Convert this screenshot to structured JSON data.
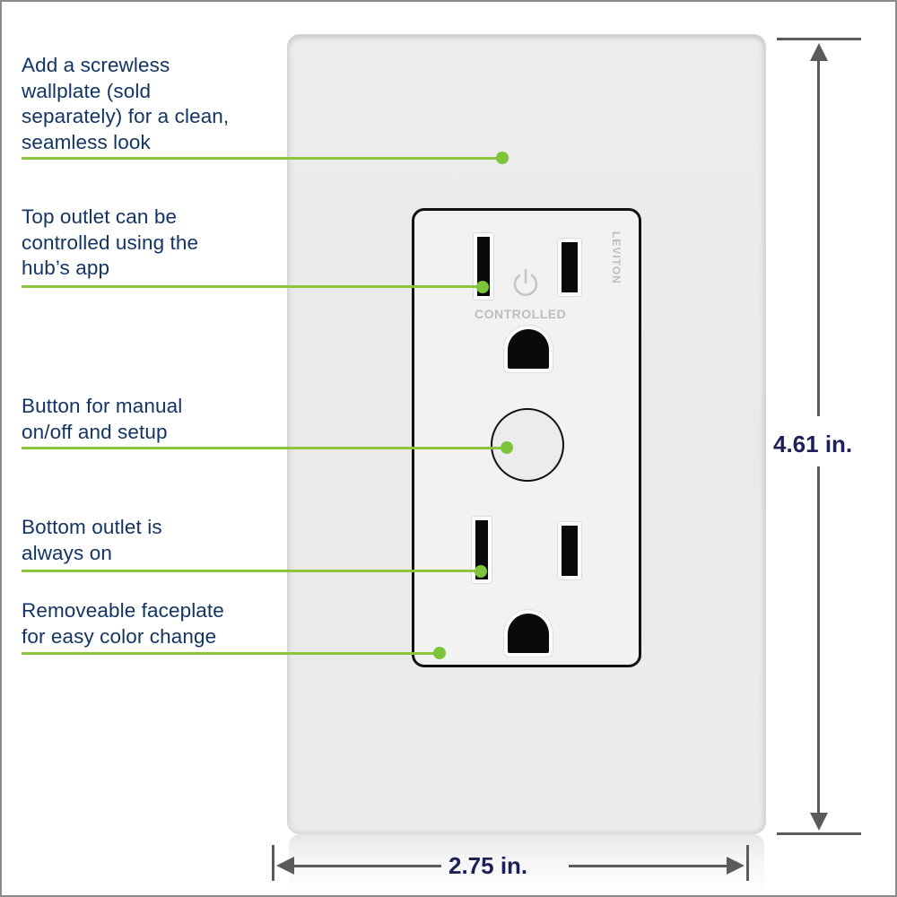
{
  "callouts": [
    {
      "text": "Add a screwless\nwallplate (sold\nseparately) for a clean,\nseamless look",
      "lines": [
        "Add a screwless",
        "wallplate (sold",
        "separately) for a clean,",
        "seamless look"
      ]
    },
    {
      "lines": [
        "Top outlet can be",
        "controlled using the",
        "hub’s app"
      ]
    },
    {
      "lines": [
        "Button for manual",
        "on/off and setup"
      ]
    },
    {
      "lines": [
        "Bottom outlet is",
        "always on"
      ]
    },
    {
      "lines": [
        "Removeable faceplate",
        "for easy color change"
      ]
    }
  ],
  "product": {
    "brand": "LEVITON",
    "top_outlet_label": "CONTROLLED",
    "icons": [
      "power-icon"
    ]
  },
  "dimensions": {
    "height": "4.61 in.",
    "width": "2.75 in."
  },
  "colors": {
    "text": "#123563",
    "leader": "#8cc43f",
    "dimension_text": "#1c2157",
    "dimension_line": "#5b5b5b"
  }
}
